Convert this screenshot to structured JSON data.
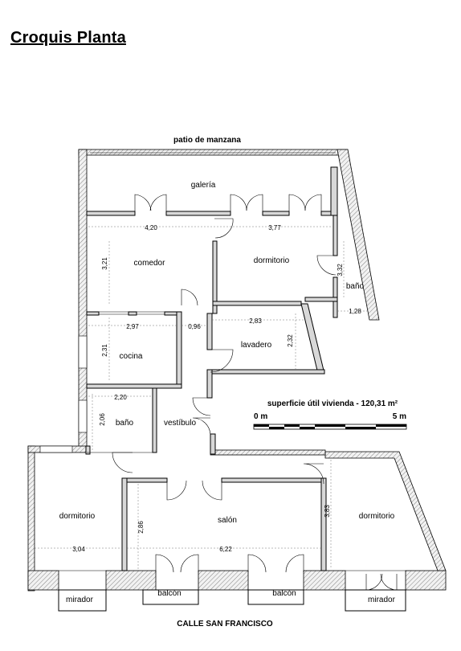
{
  "title": "Croquis Planta",
  "top_label": "patio de manzana",
  "street_label": "CALLE SAN FRANCISCO",
  "area_label": "superficie útil vivienda - 120,31 m²",
  "scale": {
    "start": "0 m",
    "end": "5 m"
  },
  "rooms": {
    "galeria": "galería",
    "comedor": "comedor",
    "dormitorio_1": "dormitorio",
    "bano_1": "baño",
    "lavadero": "lavadero",
    "cocina": "cocina",
    "bano_2": "baño",
    "vestibulo": "vestíbulo",
    "dormitorio_2": "dormitorio",
    "salon": "salón",
    "dormitorio_3": "dormitorio",
    "mirador_1": "mirador",
    "balcon_1": "balcón",
    "balcon_2": "balcón",
    "mirador_2": "mirador"
  },
  "dimensions": {
    "d420": "4,20",
    "d377": "3,77",
    "d321": "3,21",
    "d332": "3,32",
    "d128": "1,28",
    "d297": "2,97",
    "d096": "0,96",
    "d283": "2,83",
    "d232": "2,32",
    "d231": "2,31",
    "d220": "2,20",
    "d206": "2,06",
    "d286": "2,86",
    "d304": "3,04",
    "d622": "6,22",
    "d383": "3,83"
  }
}
